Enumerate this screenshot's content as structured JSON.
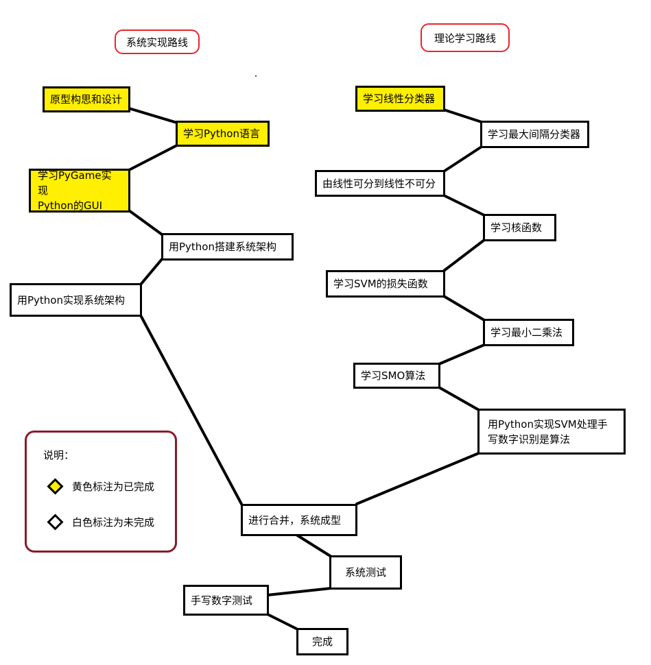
{
  "titles": {
    "left": "系统实现路线",
    "right": "理论学习路线"
  },
  "nodes": {
    "prototype": "原型构思和设计",
    "learn_python": "学习Python语言",
    "pygame_line1": "学习PyGame实现",
    "pygame_line2": "Python的GUI",
    "build_arch": "用Python搭建系统架构",
    "impl_arch": "用Python实现系统架构",
    "linear_clf": "学习线性分类器",
    "max_margin": "学习最大间隔分类器",
    "nonlinear": "由线性可分到线性不可分",
    "kernel": "学习核函数",
    "svm_loss": "学习SVM的损失函数",
    "least_squares": "学习最小二乘法",
    "smo": "学习SMO算法",
    "svm_impl_line1": "用Python实现SVM处理手",
    "svm_impl_line2": "写数字识别是算法",
    "merge": "进行合并，系统成型",
    "system_test": "系统测试",
    "handwriting_test": "手写数字测试",
    "finish": "完成"
  },
  "legend": {
    "title": "说明：",
    "yellow_label": "黄色标注为已完成",
    "white_label": "白色标注为未完成"
  },
  "colors": {
    "completed": "#ffef00",
    "title_border": "#e8242b",
    "legend_border": "#8a1a2a"
  }
}
